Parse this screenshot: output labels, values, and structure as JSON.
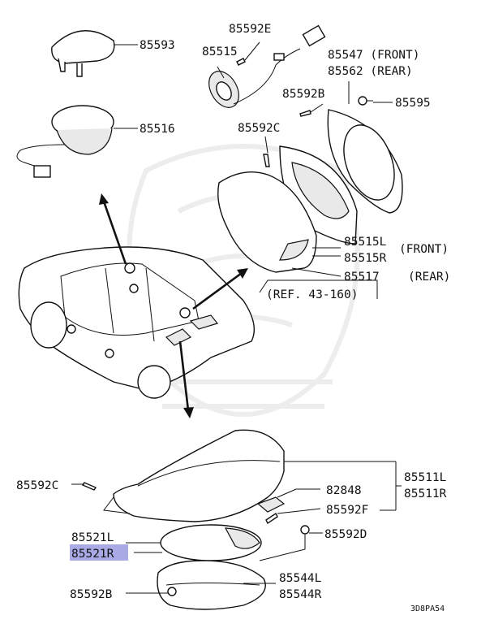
{
  "labels": {
    "p85593": "85593",
    "p85516": "85516",
    "p85592E": "85592E",
    "p85515": "85515",
    "p85547": "85547 (FRONT)",
    "p85562": "85562 (REAR)",
    "p85592B_top": "85592B",
    "p85595": "85595",
    "p85592C_top": "85592C",
    "p85515L": "85515L",
    "p85515R": "85515R",
    "front2": "(FRONT)",
    "p85517": "85517",
    "rear2": "(REAR)",
    "ref": "(REF. 43-160)",
    "p85592C_bottom": "85592C",
    "p85511L": "85511L",
    "p85511R": "85511R",
    "p82848": "82848",
    "p85592F": "85592F",
    "p85521L": "85521L",
    "p85521R": "85521R",
    "p85592D": "85592D",
    "p85544L": "85544L",
    "p85544R": "85544R",
    "p85592B_bottom": "85592B",
    "diagram_code": "3D8PA54"
  },
  "highlight_color": "#a9a9e6"
}
